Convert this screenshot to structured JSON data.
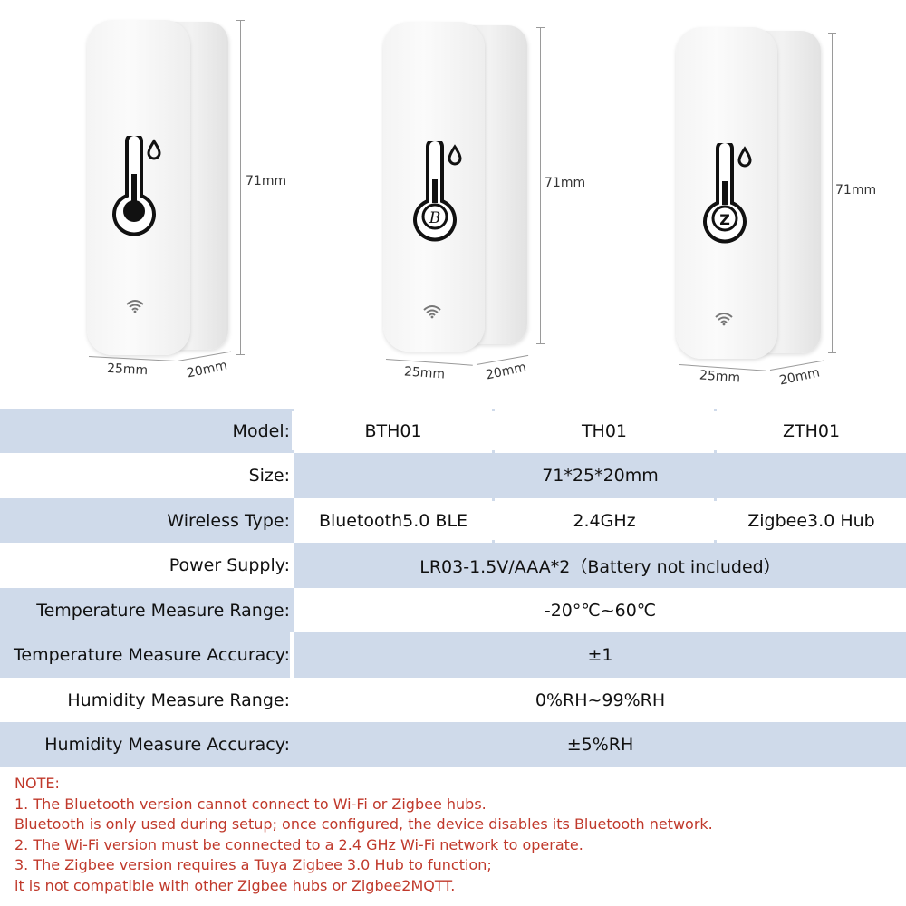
{
  "devices": [
    {
      "name": "device-bth01",
      "height_label": "71mm",
      "width_label": "25mm",
      "depth_label": "20mm",
      "badge": ""
    },
    {
      "name": "device-th01",
      "height_label": "71mm",
      "width_label": "25mm",
      "depth_label": "20mm",
      "badge": "B"
    },
    {
      "name": "device-zth01",
      "height_label": "71mm",
      "width_label": "25mm",
      "depth_label": "20mm",
      "badge": "Z"
    }
  ],
  "spec": {
    "model": {
      "label": "Model:",
      "values": [
        "BTH01",
        "TH01",
        "ZTH01"
      ]
    },
    "size": {
      "label": "Size:",
      "value": "71*25*20mm"
    },
    "wireless": {
      "label": "Wireless Type:",
      "values": [
        "Bluetooth5.0 BLE",
        "2.4GHz",
        "Zigbee3.0 Hub"
      ]
    },
    "power": {
      "label": "Power Supply:",
      "value": "LR03-1.5V/AAA*2（Battery not included）"
    },
    "temp_range": {
      "label": "Temperature Measure Range:",
      "value": "-20°℃~60℃"
    },
    "temp_accuracy": {
      "label": "Temperature Measure Accuracy:",
      "value": "±1"
    },
    "hum_range": {
      "label": "Humidity Measure Range:",
      "value": "0%RH~99%RH"
    },
    "hum_accuracy": {
      "label": "Humidity Measure Accuracy:",
      "value": "±5%RH"
    }
  },
  "note": {
    "title": "NOTE:",
    "lines": [
      "1. The Bluetooth version cannot connect to Wi-Fi or Zigbee hubs.",
      "Bluetooth is only used during setup; once configured, the device disables its Bluetooth network.",
      "2. The Wi-Fi version must be connected to a 2.4 GHz Wi-Fi network to operate.",
      "3. The Zigbee version requires a Tuya Zigbee 3.0 Hub to function;",
      "it is not compatible with other Zigbee hubs or Zigbee2MQTT."
    ]
  },
  "colors": {
    "row_shade": "#cfdaea",
    "note_text": "#c0392b"
  }
}
